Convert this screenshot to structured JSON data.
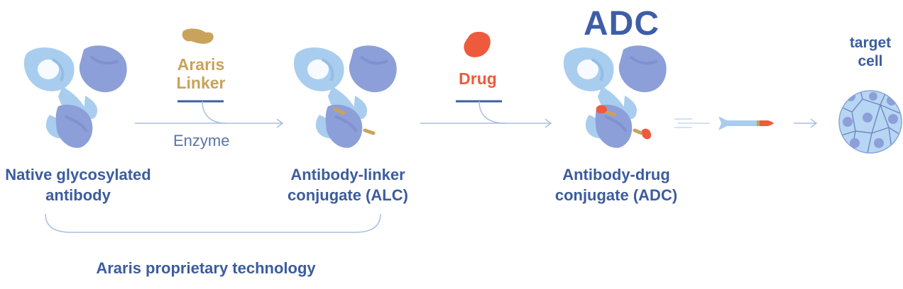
{
  "title": "ADC",
  "steps": {
    "native": {
      "line1": "Native glycosylated",
      "line2": "antibody"
    },
    "alc": {
      "line1": "Antibody-linker",
      "line2": "conjugate (ALC)"
    },
    "adc": {
      "line1": "Antibody-drug",
      "line2": "conjugate (ADC)"
    }
  },
  "reagents": {
    "linker": {
      "line1": "Araris",
      "line2": "Linker"
    },
    "drug": "Drug",
    "enzyme": "Enzyme"
  },
  "target": {
    "line1": "target",
    "line2": "cell"
  },
  "footer": "Araris proprietary technology",
  "colors": {
    "primary_text": "#3b5c9e",
    "linker": "#c9a25c",
    "drug": "#ee5a3c",
    "antibody_light": "#a9cdee",
    "antibody_dark": "#8d9fd8",
    "cell_fill": "#b7d6f3",
    "cell_nucleus": "#8d9fd8",
    "arrow": "#a7bfe0"
  }
}
